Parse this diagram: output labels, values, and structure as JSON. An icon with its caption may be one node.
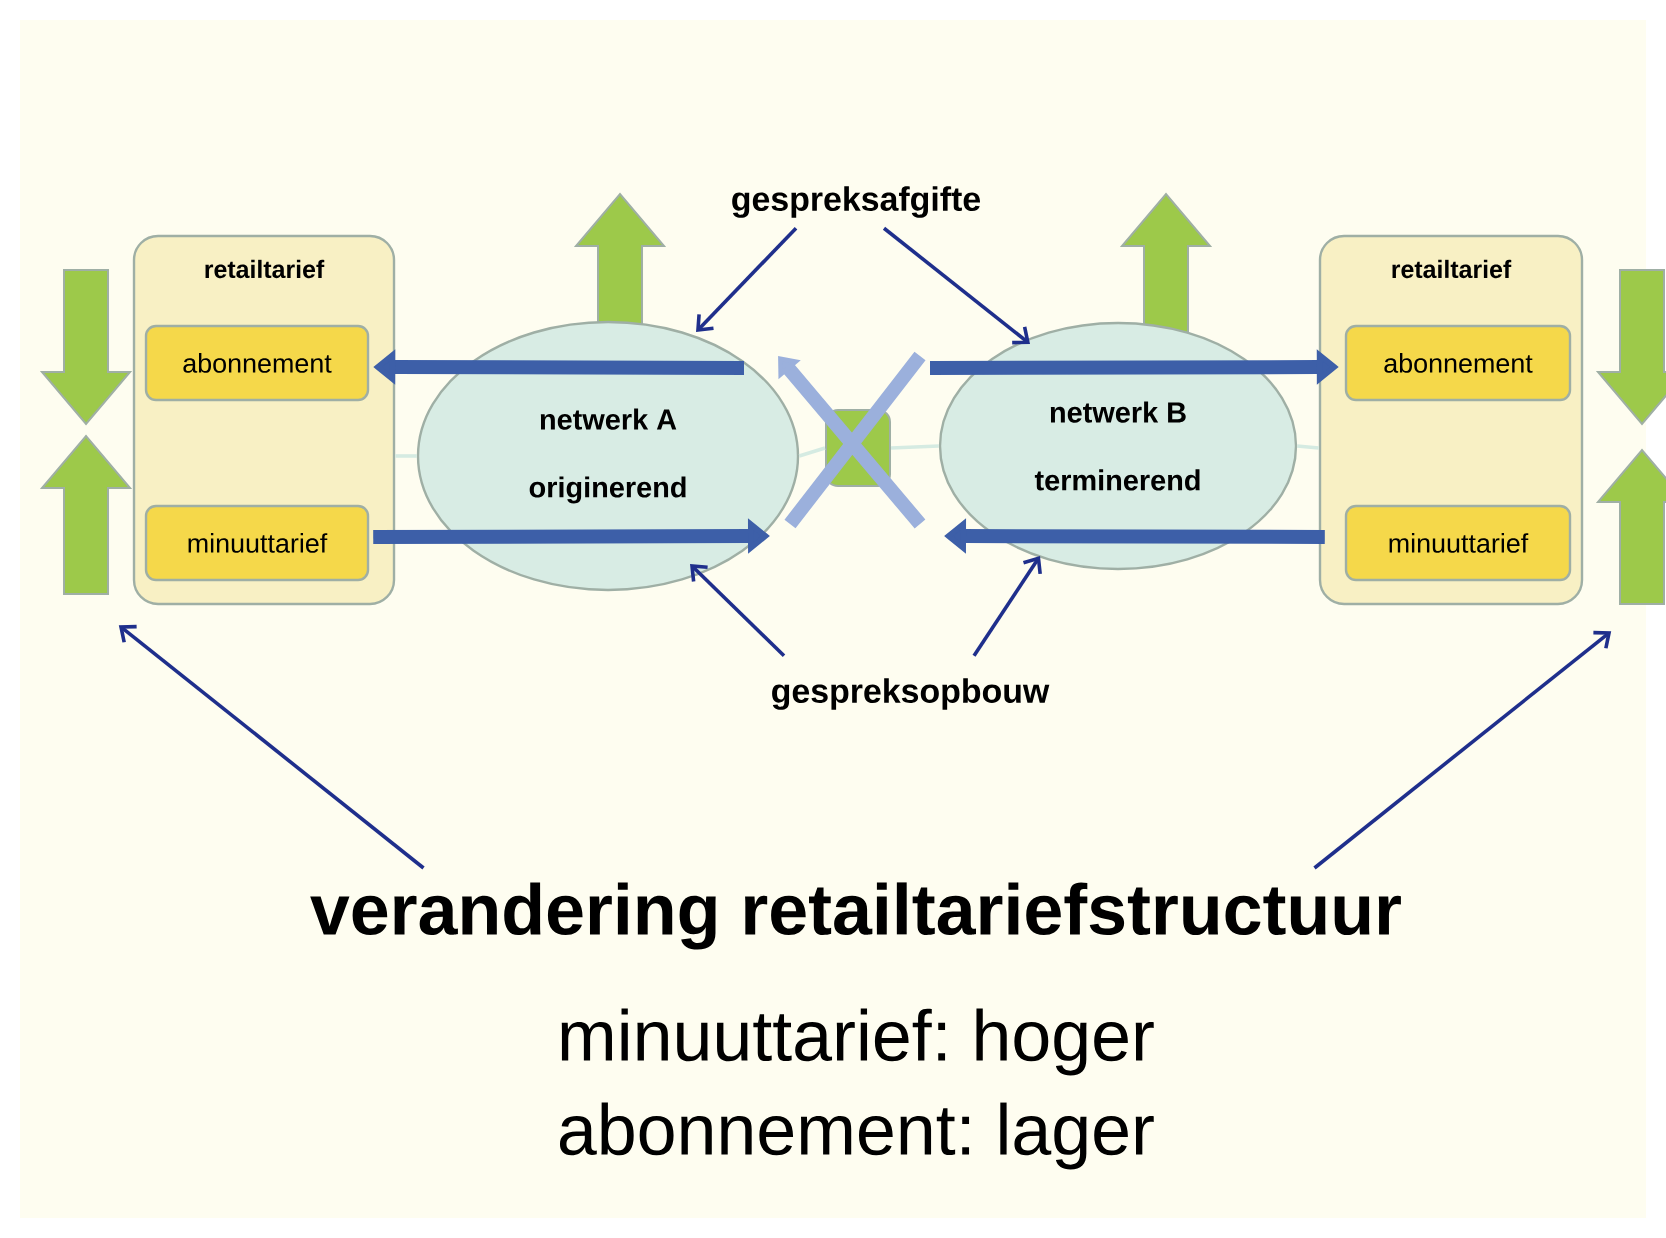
{
  "diagram": {
    "nodes": [
      {
        "text": [
          "retailtarief"
        ]
      },
      {
        "text": [
          "abonnement"
        ],
        "in": 0
      },
      {
        "text": [
          "minuuttarief"
        ],
        "in": 0
      },
      {
        "text": [
          "netwerk A",
          "originerend"
        ]
      },
      {
        "text": [],
        "shape": "box"
      },
      {
        "text": [
          "netwerk B",
          "terminerend"
        ]
      },
      {
        "text": [
          "retailtarief"
        ]
      },
      {
        "text": [
          "abonnement"
        ],
        "in": 6
      },
      {
        "text": [
          "minuuttarief"
        ],
        "in": 6
      },
      {
        "text": [
          "gespreksafgifte"
        ]
      },
      {
        "text": [
          "gespreksopbouw"
        ]
      },
      {
        "text": [
          "verandering retailtariefstructuur"
        ]
      }
    ],
    "edges": [
      {
        "from": 3,
        "to": 1,
        "arrow": "to",
        "style": "thick",
        "color": "#3d5fa8"
      },
      {
        "from": 2,
        "to": 3,
        "arrow": "to",
        "style": "thick",
        "color": "#3d5fa8"
      },
      {
        "from": 5,
        "to": 7,
        "arrow": "to",
        "style": "thick",
        "color": "#3d5fa8"
      },
      {
        "from": 8,
        "to": 5,
        "arrow": "to",
        "style": "thick",
        "color": "#3d5fa8"
      },
      {
        "from": 0,
        "to": 3,
        "arrow": "none",
        "color": "#d5ebe2"
      },
      {
        "from": 3,
        "to": 4,
        "arrow": "none",
        "color": "#d5ebe2"
      },
      {
        "from": 4,
        "to": 5,
        "arrow": "none",
        "color": "#d5ebe2"
      },
      {
        "from": 5,
        "to": 6,
        "arrow": "none",
        "color": "#d5ebe2"
      },
      {
        "from": 9,
        "to": 3,
        "arrow": "to"
      },
      {
        "from": 9,
        "to": 5,
        "arrow": "to"
      },
      {
        "from": 10,
        "to": 3,
        "arrow": "to"
      },
      {
        "from": 10,
        "to": 5,
        "arrow": "to"
      },
      {
        "from": 11,
        "to": 0,
        "arrow": "to"
      },
      {
        "from": 11,
        "to": 6,
        "arrow": "to"
      }
    ],
    "labels": [
      "minuuttarief: hoger",
      "abonnement: lager"
    ]
  }
}
